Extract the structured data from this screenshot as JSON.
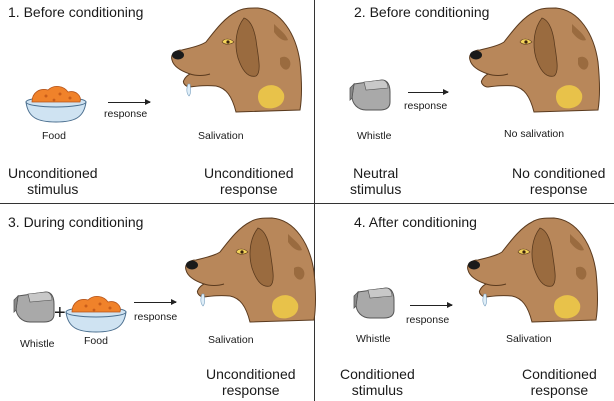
{
  "panels": [
    {
      "title": "1. Before conditioning",
      "items": [
        "Food"
      ],
      "arrow_label": "response",
      "result": "Salivation",
      "left_caption": [
        "Unconditioned",
        "stimulus"
      ],
      "right_caption": [
        "Unconditioned",
        "response"
      ]
    },
    {
      "title": "2. Before conditioning",
      "items": [
        "Whistle"
      ],
      "arrow_label": "response",
      "result": "No salivation",
      "left_caption": [
        "Neutral",
        "stimulus"
      ],
      "right_caption": [
        "No conditioned",
        "response"
      ]
    },
    {
      "title": "3. During conditioning",
      "items": [
        "Whistle",
        "Food"
      ],
      "plus": "+",
      "arrow_label": "response",
      "result": "Salivation",
      "right_caption": [
        "Unconditioned",
        "response"
      ]
    },
    {
      "title": "4. After conditioning",
      "items": [
        "Whistle"
      ],
      "arrow_label": "response",
      "result": "Salivation",
      "left_caption": [
        "Conditioned",
        "stimulus"
      ],
      "right_caption": [
        "Conditioned",
        "response"
      ]
    }
  ],
  "colors": {
    "dog_fur": "#b8875a",
    "dog_spots": "#9a6b3f",
    "dog_chest": "#e8c24a",
    "food": "#f0822a",
    "bowl": "#cfe3f2",
    "whistle": "#a9a9a9"
  },
  "icons": [
    "dog-head-icon",
    "food-bowl-icon",
    "whistle-icon"
  ]
}
